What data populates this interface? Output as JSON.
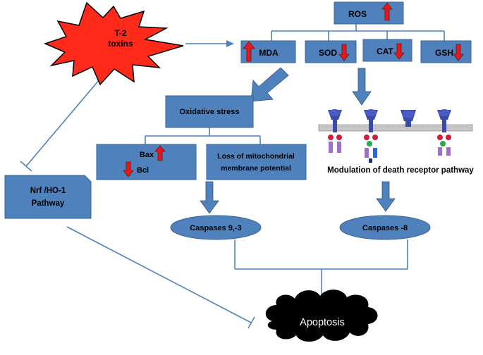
{
  "colors": {
    "box_fill": "#4f81bd",
    "connector": "#4f81bd",
    "toxin_star": "#ff2a1a",
    "arrow_indicator": "#e31a1c",
    "apoptosis_cloud": "#000000",
    "membrane": "#c8c8c8"
  },
  "nodes": {
    "toxin": {
      "line1": "T-2",
      "line2": "toxins"
    },
    "ros": "ROS",
    "mda": "MDA",
    "sod": "SOD",
    "cat": "CAT",
    "gsh": "GSH",
    "oxidative_stress": "Oxidative stress",
    "bax": "Bax",
    "bcl": "Bcl",
    "mito": {
      "line1": "Loss of mitochondrial",
      "line2": "membrane potential"
    },
    "death_receptor": "Modulation of death receptor pathway",
    "nrf": {
      "line1": "Nrf /HO-1",
      "line2": "Pathway"
    },
    "caspases_9_3": "Caspases 9,-3",
    "caspases_8": "Caspases -8",
    "apoptosis": "Apoptosis"
  },
  "indicators": {
    "ros": "up-arrow-icon",
    "mda": "up-arrow-icon",
    "sod": "down-arrow-icon",
    "cat": "down-arrow-icon",
    "gsh": "down-arrow-icon",
    "bax": "up-arrow-icon",
    "bcl": "down-arrow-icon"
  }
}
